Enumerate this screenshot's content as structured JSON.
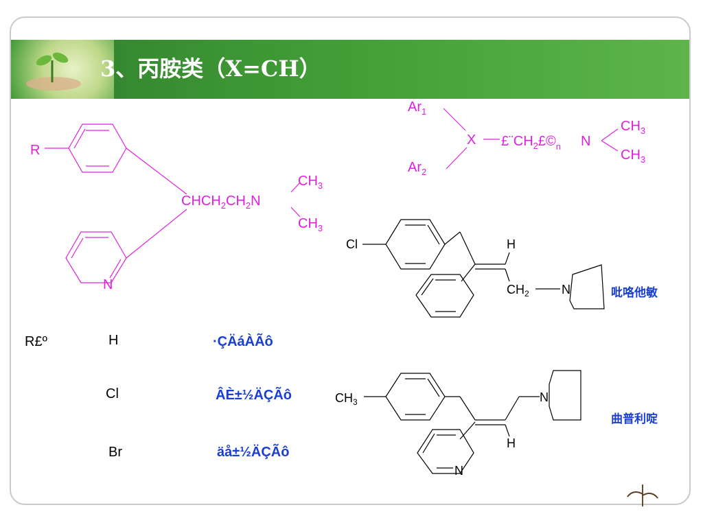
{
  "slide": {
    "title": "3、丙胺类（X=CH）"
  },
  "general_formula": {
    "ar1": "Ar",
    "ar1_sub": "1",
    "ar2": "Ar",
    "ar2_sub": "2",
    "x": "X",
    "chain": "£¨CH",
    "chain_sub": "2",
    "chain_end": "£©",
    "chain_n": "n",
    "n": "N",
    "ch3_top": "CH",
    "ch3_bottom": "CH",
    "ch3_sub": "3"
  },
  "pyridine_structure": {
    "r": "R",
    "chain": "CHCH",
    "sub2a": "2",
    "chain_mid": "CH",
    "sub2b": "2",
    "n_amine": "N",
    "ch3": "CH",
    "ch3_sub": "3",
    "ring_n": "N"
  },
  "substituents": {
    "header": "R£º",
    "rows": [
      {
        "r": "H",
        "name": "·ÇÄáÀ­Ãô"
      },
      {
        "r": "Cl",
        "name": "ÂÈ±½ÄÇÃô"
      },
      {
        "r": "Br",
        "name": "äå±½ÄÇÃô"
      }
    ]
  },
  "pyrrobutamine": {
    "cl": "Cl",
    "h": "H",
    "ch2": "CH",
    "ch2_sub": "2",
    "n": "N",
    "name": "吡咯他敏"
  },
  "triprolidine": {
    "ch3": "CH",
    "ch3_sub": "3",
    "h": "H",
    "n_pyrrolidine": "N",
    "n_pyridine": "N",
    "name": "曲普利啶"
  },
  "colors": {
    "title_bar": "#3f9a35",
    "magenta": "#e020e0",
    "drug_blue": "#1a3fd0",
    "black": "#000000"
  }
}
